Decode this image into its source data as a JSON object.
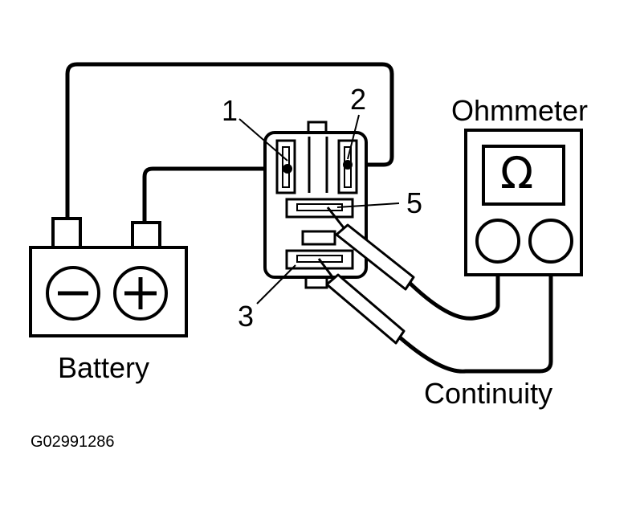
{
  "labels": {
    "pin1": "1",
    "pin2": "2",
    "pin3": "3",
    "pin5": "5",
    "ohmmeter": "Ohmmeter",
    "ohm_symbol": "Ω",
    "battery": "Battery",
    "continuity": "Continuity",
    "figure_code": "G02991286"
  },
  "colors": {
    "line": "#000000",
    "background": "#ffffff"
  }
}
